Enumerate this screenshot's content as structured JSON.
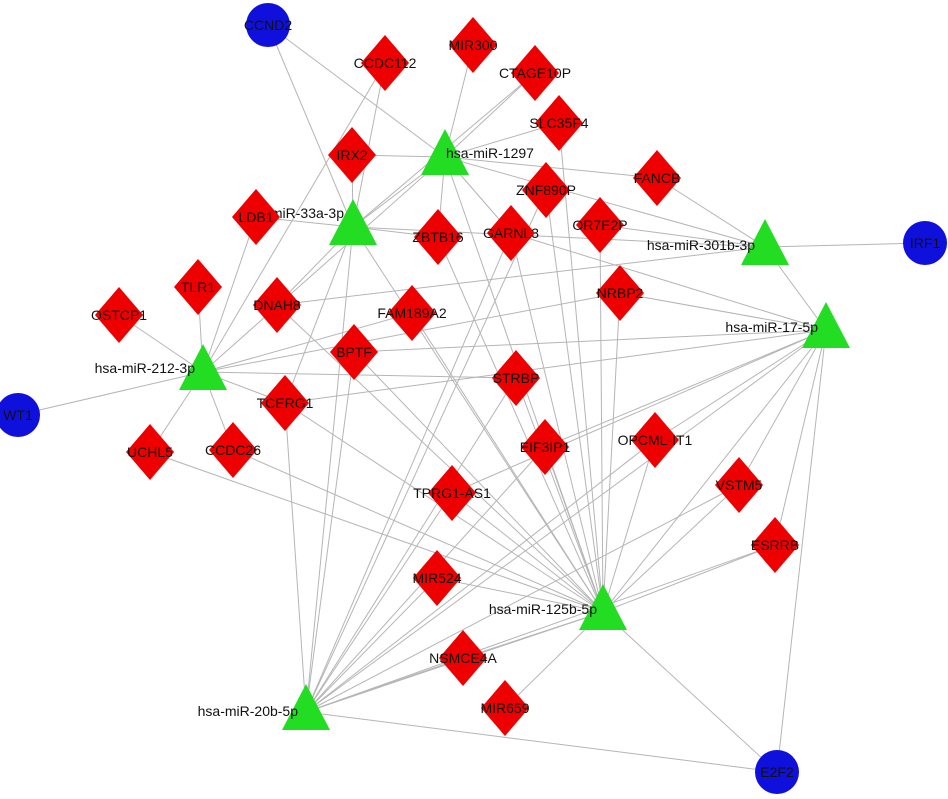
{
  "colors": {
    "mirna": "#22dd22",
    "gene": "#ee0000",
    "tf": "#1010dd",
    "edge": "#b5b5b5"
  },
  "nodes": [
    {
      "id": "CCND2",
      "label": "CCND2",
      "kind": "tf"
    },
    {
      "id": "IRF1",
      "label": "IRF1",
      "kind": "tf"
    },
    {
      "id": "WT1",
      "label": "WT1",
      "kind": "tf"
    },
    {
      "id": "E2F2",
      "label": "E2F2",
      "kind": "tf"
    },
    {
      "id": "miR1297",
      "label": "hsa-miR-1297",
      "kind": "mirna"
    },
    {
      "id": "miR33a",
      "label": "hsa-miR-33a-3p",
      "kind": "mirna"
    },
    {
      "id": "miR301b",
      "label": "hsa-miR-301b-3p",
      "kind": "mirna"
    },
    {
      "id": "miR17",
      "label": "hsa-miR-17-5p",
      "kind": "mirna"
    },
    {
      "id": "miR212",
      "label": "hsa-miR-212-3p",
      "kind": "mirna"
    },
    {
      "id": "miR125b",
      "label": "hsa-miR-125b-5p",
      "kind": "mirna"
    },
    {
      "id": "miR20b",
      "label": "hsa-miR-20b-5p",
      "kind": "mirna"
    },
    {
      "id": "MIR300",
      "label": "MIR300",
      "kind": "gene"
    },
    {
      "id": "CCDC112",
      "label": "CCDC112",
      "kind": "gene"
    },
    {
      "id": "CTAGE10P",
      "label": "CTAGE10P",
      "kind": "gene"
    },
    {
      "id": "SLC35F4",
      "label": "SLC35F4",
      "kind": "gene"
    },
    {
      "id": "IRX2",
      "label": "IRX2",
      "kind": "gene"
    },
    {
      "id": "FANCB",
      "label": "FANCB",
      "kind": "gene"
    },
    {
      "id": "ZNF890P",
      "label": "ZNF890P",
      "kind": "gene"
    },
    {
      "id": "LDB1",
      "label": "LDB1",
      "kind": "gene"
    },
    {
      "id": "OR7E2P",
      "label": "OR7E2P",
      "kind": "gene"
    },
    {
      "id": "ZBTB16",
      "label": "ZBTB16",
      "kind": "gene"
    },
    {
      "id": "GARNL3",
      "label": "GARNL3",
      "kind": "gene"
    },
    {
      "id": "TLR1",
      "label": "TLR1",
      "kind": "gene"
    },
    {
      "id": "NRBP2",
      "label": "NRBP2",
      "kind": "gene"
    },
    {
      "id": "DNAH8",
      "label": "DNAH8",
      "kind": "gene"
    },
    {
      "id": "FAM189A2",
      "label": "FAM189A2",
      "kind": "gene"
    },
    {
      "id": "OSTCP1",
      "label": "OSTCP1",
      "kind": "gene"
    },
    {
      "id": "BPTF",
      "label": "BPTF",
      "kind": "gene"
    },
    {
      "id": "STRBP",
      "label": "STRBP",
      "kind": "gene"
    },
    {
      "id": "TCERG1",
      "label": "TCERG1",
      "kind": "gene"
    },
    {
      "id": "OPCML-IT1",
      "label": "OPCML-IT1",
      "kind": "gene"
    },
    {
      "id": "EIF3IP1",
      "label": "EIF3IP1",
      "kind": "gene"
    },
    {
      "id": "UCHL5",
      "label": "UCHL5",
      "kind": "gene"
    },
    {
      "id": "CCDC26",
      "label": "CCDC26",
      "kind": "gene"
    },
    {
      "id": "VSTM5",
      "label": "VSTM5",
      "kind": "gene"
    },
    {
      "id": "TPRG1-AS1",
      "label": "TPRG1-AS1",
      "kind": "gene"
    },
    {
      "id": "ESRRB",
      "label": "ESRRB",
      "kind": "gene"
    },
    {
      "id": "MIR524",
      "label": "MIR524",
      "kind": "gene"
    },
    {
      "id": "NSMCE4A",
      "label": "NSMCE4A",
      "kind": "gene"
    },
    {
      "id": "MIR659",
      "label": "MIR659",
      "kind": "gene"
    }
  ],
  "edges": [
    [
      "CCND2",
      "miR1297"
    ],
    [
      "CCND2",
      "miR33a"
    ],
    [
      "miR1297",
      "MIR300"
    ],
    [
      "miR1297",
      "CTAGE10P"
    ],
    [
      "miR1297",
      "SLC35F4"
    ],
    [
      "miR1297",
      "IRX2"
    ],
    [
      "miR1297",
      "FANCB"
    ],
    [
      "miR1297",
      "miR301b"
    ],
    [
      "miR1297",
      "ZBTB16"
    ],
    [
      "miR1297",
      "GARNL3"
    ],
    [
      "miR1297",
      "miR125b"
    ],
    [
      "miR1297",
      "miR33a"
    ],
    [
      "miR1297",
      "miR212"
    ],
    [
      "miR33a",
      "CCDC112"
    ],
    [
      "miR33a",
      "IRX2"
    ],
    [
      "miR33a",
      "LDB1"
    ],
    [
      "miR33a",
      "ZBTB16"
    ],
    [
      "miR33a",
      "DNAH8"
    ],
    [
      "miR33a",
      "TCERG1"
    ],
    [
      "miR33a",
      "miR20b"
    ],
    [
      "miR33a",
      "miR125b"
    ],
    [
      "miR33a",
      "miR301b"
    ],
    [
      "miR33a",
      "CTAGE10P"
    ],
    [
      "miR301b",
      "IRF1"
    ],
    [
      "miR301b",
      "FANCB"
    ],
    [
      "miR301b",
      "OR7E2P"
    ],
    [
      "miR301b",
      "DNAH8"
    ],
    [
      "miR301b",
      "miR17"
    ],
    [
      "miR17",
      "NRBP2"
    ],
    [
      "miR17",
      "BPTF"
    ],
    [
      "miR17",
      "TCERG1"
    ],
    [
      "miR17",
      "miR125b"
    ],
    [
      "miR17",
      "VSTM5"
    ],
    [
      "miR17",
      "ESRRB"
    ],
    [
      "miR17",
      "E2F2"
    ],
    [
      "miR17",
      "OPCML-IT1"
    ],
    [
      "miR17",
      "EIF3IP1"
    ],
    [
      "miR17",
      "miR20b"
    ],
    [
      "miR17",
      "TPRG1-AS1"
    ],
    [
      "miR17",
      "GARNL3"
    ],
    [
      "miR212",
      "WT1"
    ],
    [
      "miR212",
      "OSTCP1"
    ],
    [
      "miR212",
      "TLR1"
    ],
    [
      "miR212",
      "UCHL5"
    ],
    [
      "miR212",
      "CCDC26"
    ],
    [
      "miR212",
      "STRBP"
    ],
    [
      "miR212",
      "FAM189A2"
    ],
    [
      "miR212",
      "NRBP2"
    ],
    [
      "miR212",
      "LDB1"
    ],
    [
      "miR212",
      "CCDC112"
    ],
    [
      "miR212",
      "TCERG1"
    ],
    [
      "miR125b",
      "UCHL5"
    ],
    [
      "miR125b",
      "TCERG1"
    ],
    [
      "miR125b",
      "DNAH8"
    ],
    [
      "miR125b",
      "BPTF"
    ],
    [
      "miR125b",
      "FAM189A2"
    ],
    [
      "miR125b",
      "ZBTB16"
    ],
    [
      "miR125b",
      "GARNL3"
    ],
    [
      "miR125b",
      "ZNF890P"
    ],
    [
      "miR125b",
      "OR7E2P"
    ],
    [
      "miR125b",
      "SLC35F4"
    ],
    [
      "miR125b",
      "NRBP2"
    ],
    [
      "miR125b",
      "STRBP"
    ],
    [
      "miR125b",
      "OPCML-IT1"
    ],
    [
      "miR125b",
      "EIF3IP1"
    ],
    [
      "miR125b",
      "VSTM5"
    ],
    [
      "miR125b",
      "ESRRB"
    ],
    [
      "miR125b",
      "MIR524"
    ],
    [
      "miR125b",
      "NSMCE4A"
    ],
    [
      "miR125b",
      "MIR659"
    ],
    [
      "miR125b",
      "E2F2"
    ],
    [
      "miR125b",
      "TPRG1-AS1"
    ],
    [
      "miR125b",
      "CCDC26"
    ],
    [
      "miR125b",
      "miR20b"
    ],
    [
      "miR20b",
      "TCERG1"
    ],
    [
      "miR20b",
      "BPTF"
    ],
    [
      "miR20b",
      "GARNL3"
    ],
    [
      "miR20b",
      "ZNF890P"
    ],
    [
      "miR20b",
      "EIF3IP1"
    ],
    [
      "miR20b",
      "TPRG1-AS1"
    ],
    [
      "miR20b",
      "MIR524"
    ],
    [
      "miR20b",
      "NSMCE4A"
    ],
    [
      "miR20b",
      "OPCML-IT1"
    ],
    [
      "miR20b",
      "E2F2"
    ],
    [
      "miR20b",
      "VSTM5"
    ],
    [
      "miR20b",
      "STRBP"
    ],
    [
      "miR20b",
      "ESRRB"
    ]
  ]
}
